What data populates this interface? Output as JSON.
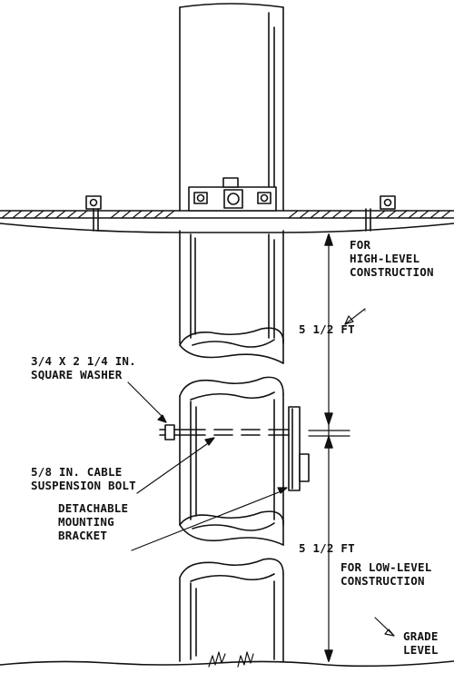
{
  "labels": {
    "high_level": [
      "FOR",
      "HIGH-LEVEL",
      "CONSTRUCTION"
    ],
    "upper_distance": "5 1/2 FT",
    "washer": [
      "3/4 X 2 1/4 IN.",
      "SQUARE WASHER"
    ],
    "bolt": [
      "5/8 IN. CABLE",
      "SUSPENSION BOLT"
    ],
    "bracket": [
      "DETACHABLE",
      "MOUNTING",
      "BRACKET"
    ],
    "lower_distance": "5 1/2 FT",
    "low_level": [
      "FOR LOW-LEVEL",
      "CONSTRUCTION"
    ],
    "grade": [
      "GRADE",
      "LEVEL"
    ]
  }
}
